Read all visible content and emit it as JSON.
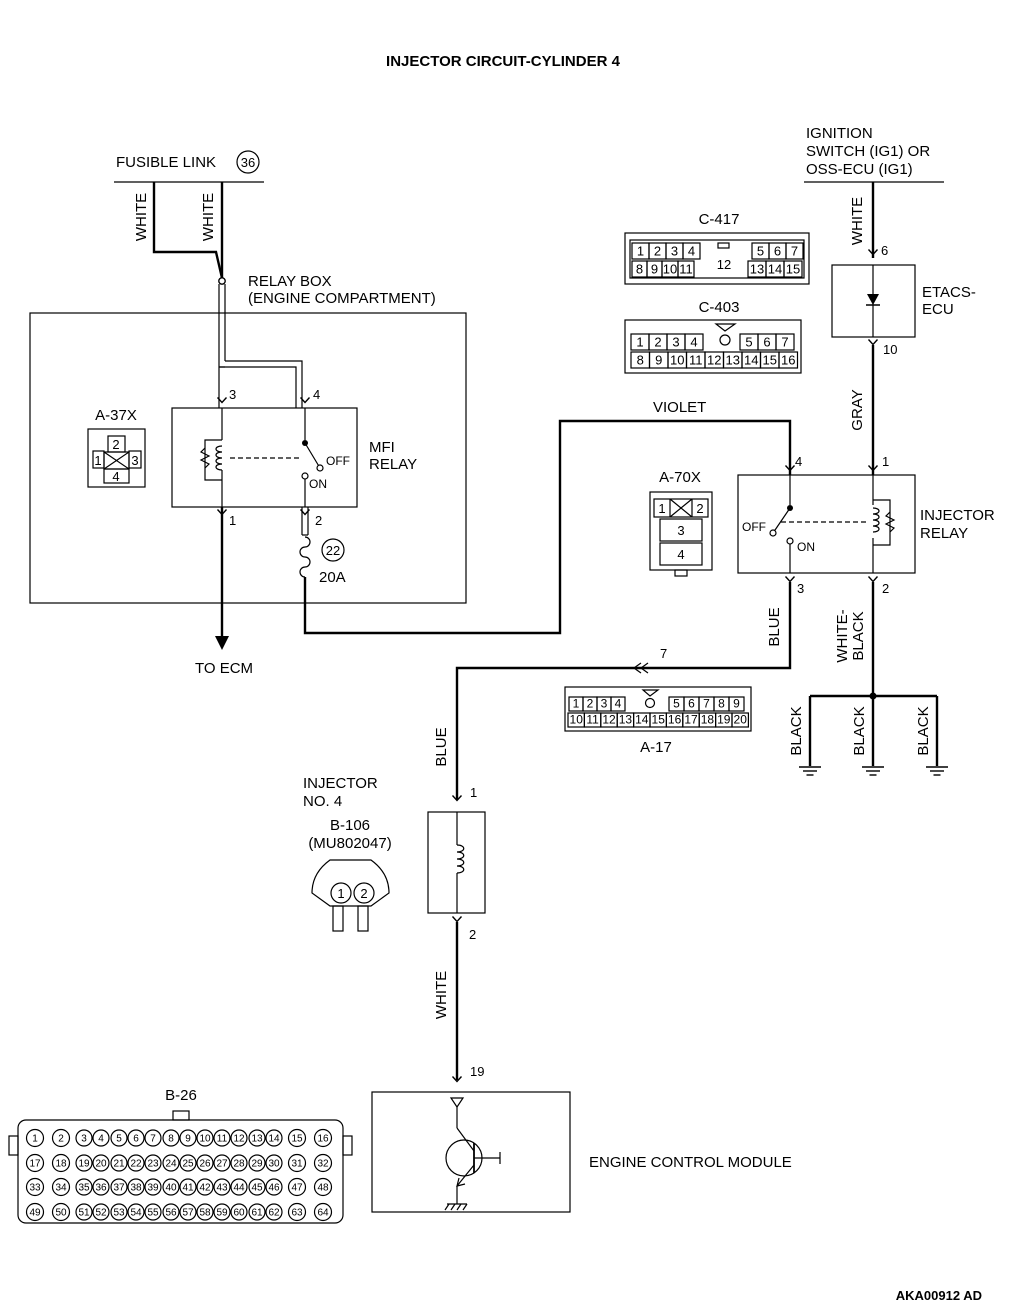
{
  "title": "INJECTOR CIRCUIT-CYLINDER 4",
  "figure_id": "AKA00912 AD",
  "fusible_link": {
    "label": "FUSIBLE LINK",
    "number": "36"
  },
  "relay_box": {
    "line1": "RELAY BOX",
    "line2": "(ENGINE COMPARTMENT)"
  },
  "mfi_relay": {
    "line1": "MFI",
    "line2": "RELAY",
    "switch_off": "OFF",
    "switch_on": "ON",
    "pins": {
      "p1": "1",
      "p2": "2",
      "p3": "3",
      "p4": "4"
    }
  },
  "fuse": {
    "number": "22",
    "rating": "20A"
  },
  "to_ecm": "TO ECM",
  "connectors": {
    "a37x": {
      "name": "A-37X",
      "pins": [
        "1",
        "2",
        "3",
        "4"
      ]
    },
    "a70x": {
      "name": "A-70X",
      "pins": [
        "1",
        "2",
        "3",
        "4"
      ]
    },
    "c417": {
      "name": "C-417",
      "row1": [
        "1",
        "2",
        "3",
        "4",
        "5",
        "6",
        "7"
      ],
      "row2": [
        "8",
        "9",
        "10",
        "11",
        "13",
        "14",
        "15"
      ],
      "center": "12"
    },
    "c403": {
      "name": "C-403",
      "row1": [
        "1",
        "2",
        "3",
        "4",
        "5",
        "6",
        "7"
      ],
      "row2": [
        "8",
        "9",
        "10",
        "11",
        "12",
        "13",
        "14",
        "15",
        "16"
      ]
    },
    "a17": {
      "name": "A-17",
      "row1": [
        "1",
        "2",
        "3",
        "4",
        "5",
        "6",
        "7",
        "8",
        "9"
      ],
      "row2": [
        "10",
        "11",
        "12",
        "13",
        "14",
        "15",
        "16",
        "17",
        "18",
        "19",
        "20"
      ]
    },
    "b106": {
      "name": "B-106",
      "part": "(MU802047)",
      "pins": [
        "1",
        "2"
      ]
    },
    "b26": {
      "name": "B-26",
      "rows": [
        [
          "1",
          "2",
          "3",
          "4",
          "5",
          "6",
          "7",
          "8",
          "9",
          "10",
          "11",
          "12",
          "13",
          "14",
          "15",
          "16"
        ],
        [
          "17",
          "18",
          "19",
          "20",
          "21",
          "22",
          "23",
          "24",
          "25",
          "26",
          "27",
          "28",
          "29",
          "30",
          "31",
          "32"
        ],
        [
          "33",
          "34",
          "35",
          "36",
          "37",
          "38",
          "39",
          "40",
          "41",
          "42",
          "43",
          "44",
          "45",
          "46",
          "47",
          "48"
        ],
        [
          "49",
          "50",
          "51",
          "52",
          "53",
          "54",
          "55",
          "56",
          "57",
          "58",
          "59",
          "60",
          "61",
          "62",
          "63",
          "64"
        ]
      ]
    }
  },
  "ignition": {
    "line1": "IGNITION",
    "line2": "SWITCH (IG1) OR",
    "line3": "OSS-ECU (IG1)"
  },
  "etacs": {
    "line1": "ETACS-",
    "line2": "ECU",
    "pin_in": "6",
    "pin_out": "10"
  },
  "injector_relay": {
    "line1": "INJECTOR",
    "line2": "RELAY",
    "switch_off": "OFF",
    "switch_on": "ON",
    "pins": {
      "p1": "1",
      "p2": "2",
      "p3": "3",
      "p4": "4"
    }
  },
  "injector": {
    "line1": "INJECTOR",
    "line2": "NO. 4",
    "pin1": "1",
    "pin2": "2"
  },
  "ecm": {
    "label": "ENGINE CONTROL MODULE",
    "pin": "19"
  },
  "junction_pin": "7",
  "wires": {
    "white_a": "WHITE",
    "white_b": "WHITE",
    "white_ign": "WHITE",
    "gray": "GRAY",
    "violet": "VIOLET",
    "blue_relay": "BLUE",
    "white_black_1": "WHITE-",
    "white_black_2": "BLACK",
    "blue_inj": "BLUE",
    "white_inj": "WHITE",
    "black_1": "BLACK",
    "black_2": "BLACK",
    "black_3": "BLACK"
  }
}
